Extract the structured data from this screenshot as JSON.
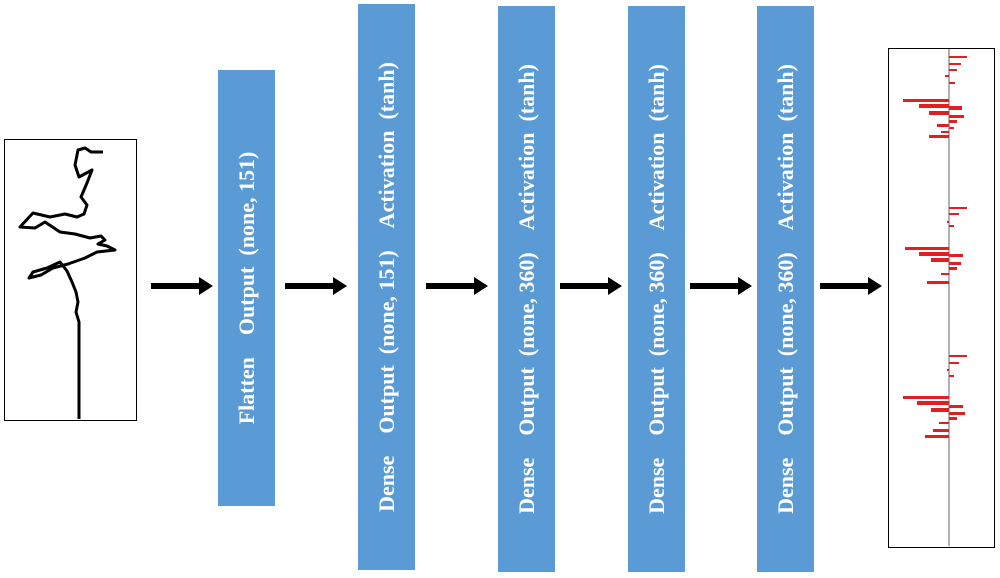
{
  "layers": [
    {
      "name": "Flatten",
      "output": "Output  (none, 151)",
      "activation": ""
    },
    {
      "name": "Dense",
      "output": "Output  (none, 151)",
      "activation": "Activation  (tanh)"
    },
    {
      "name": "Dense",
      "output": "Output  (none, 360)",
      "activation": "Activation  (tanh)"
    },
    {
      "name": "Dense",
      "output": "Output  (none, 360)",
      "activation": "Activation  (tanh)"
    },
    {
      "name": "Dense",
      "output": "Output  (none, 360)",
      "activation": "Activation  (tanh)"
    }
  ],
  "colors": {
    "layer_fill": "#5b9bd5",
    "layer_text": "#ffffff",
    "arrow": "#000000",
    "input_curve": "#000000",
    "output_bars": "#e02020"
  },
  "icons": {
    "arrow": "right-arrow-icon",
    "input": "input-waveform-icon",
    "output": "output-reflectivity-icon"
  }
}
